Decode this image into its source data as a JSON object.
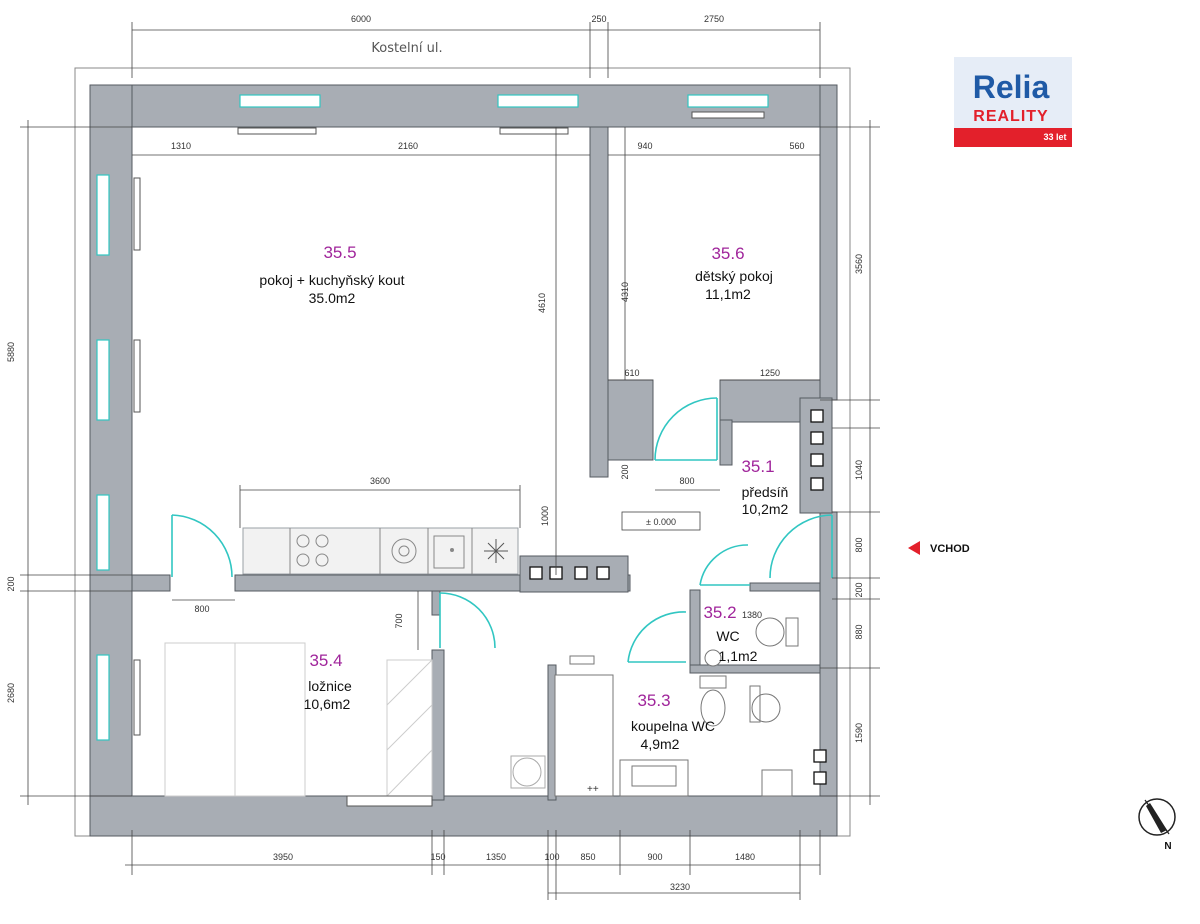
{
  "street": "Kostelní ul.",
  "logo": {
    "brand": "Relia",
    "sub": "REALITY",
    "badge": "33 let",
    "colors": {
      "blue": "#1f5aa6",
      "red": "#e3202b",
      "bg": "#e6edf7"
    }
  },
  "rooms": [
    {
      "id": "35.5",
      "name": "pokoj + kuchyňský kout",
      "area": "35.0m2"
    },
    {
      "id": "35.6",
      "name": "dětský pokoj",
      "area": "11,1m2"
    },
    {
      "id": "35.1",
      "name": "předsíň",
      "area": "10,2m2"
    },
    {
      "id": "35.4",
      "name": "ložnice",
      "area": "10,6m2"
    },
    {
      "id": "35.3",
      "name": "koupelna WC",
      "area": "4,9m2"
    },
    {
      "id": "35.2",
      "name": "WC",
      "area": "1,1m2"
    }
  ],
  "level": "± 0.000",
  "entrance": "VCHOD",
  "north": "N",
  "dims": {
    "top": [
      "6000",
      "250",
      "2750"
    ],
    "inner_top": [
      "1310",
      "2160",
      "940",
      "560"
    ],
    "left": [
      "5880",
      "200",
      "2680"
    ],
    "right": [
      "3560",
      "1040",
      "800",
      "200",
      "880",
      "1590"
    ],
    "bottom": [
      "3950",
      "150",
      "1350",
      "100",
      "850",
      "900",
      "1480"
    ],
    "bottom_total": "3230",
    "internal": [
      "4610",
      "4310",
      "610",
      "1250",
      "200",
      "800",
      "3600",
      "1000",
      "800",
      "700",
      "1380"
    ]
  },
  "colors": {
    "wall": "#a8adb4",
    "door": "#31c6c2",
    "room_number": "#a0259b"
  }
}
